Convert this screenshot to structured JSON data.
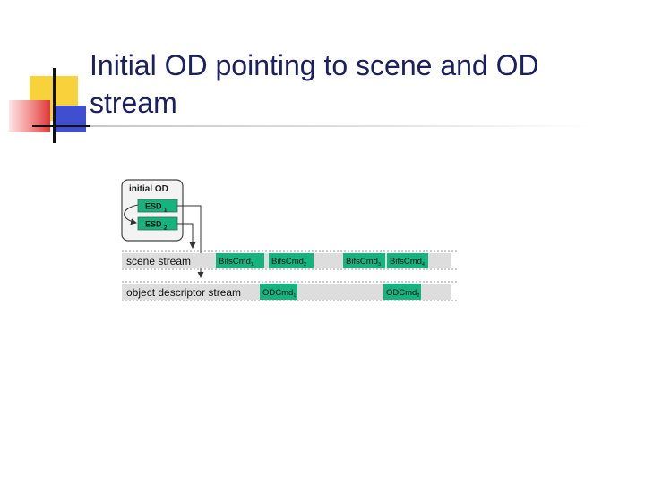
{
  "slide": {
    "title": "Initial OD pointing to scene and OD stream"
  },
  "diagram": {
    "initial_od": {
      "label": "initial OD",
      "esd1": {
        "label": "ESD",
        "sub": "1"
      },
      "esd2": {
        "label": "ESD",
        "sub": "2"
      }
    },
    "scene_stream": {
      "label": "scene stream",
      "commands": [
        {
          "label": "BifsCmd",
          "sub": "1"
        },
        {
          "label": "BifsCmd",
          "sub": "2"
        },
        {
          "label": "BifsCmd",
          "sub": "3"
        },
        {
          "label": "BifsCmd",
          "sub": "4"
        }
      ]
    },
    "od_stream": {
      "label": "object descriptor stream",
      "commands": [
        {
          "label": "ODCmd",
          "sub": "1"
        },
        {
          "label": "ODCmd",
          "sub": "2"
        }
      ]
    },
    "colors": {
      "green": "#17b37f",
      "stream_bar": "#dddddd",
      "od_box": "#f3f3f3"
    }
  }
}
